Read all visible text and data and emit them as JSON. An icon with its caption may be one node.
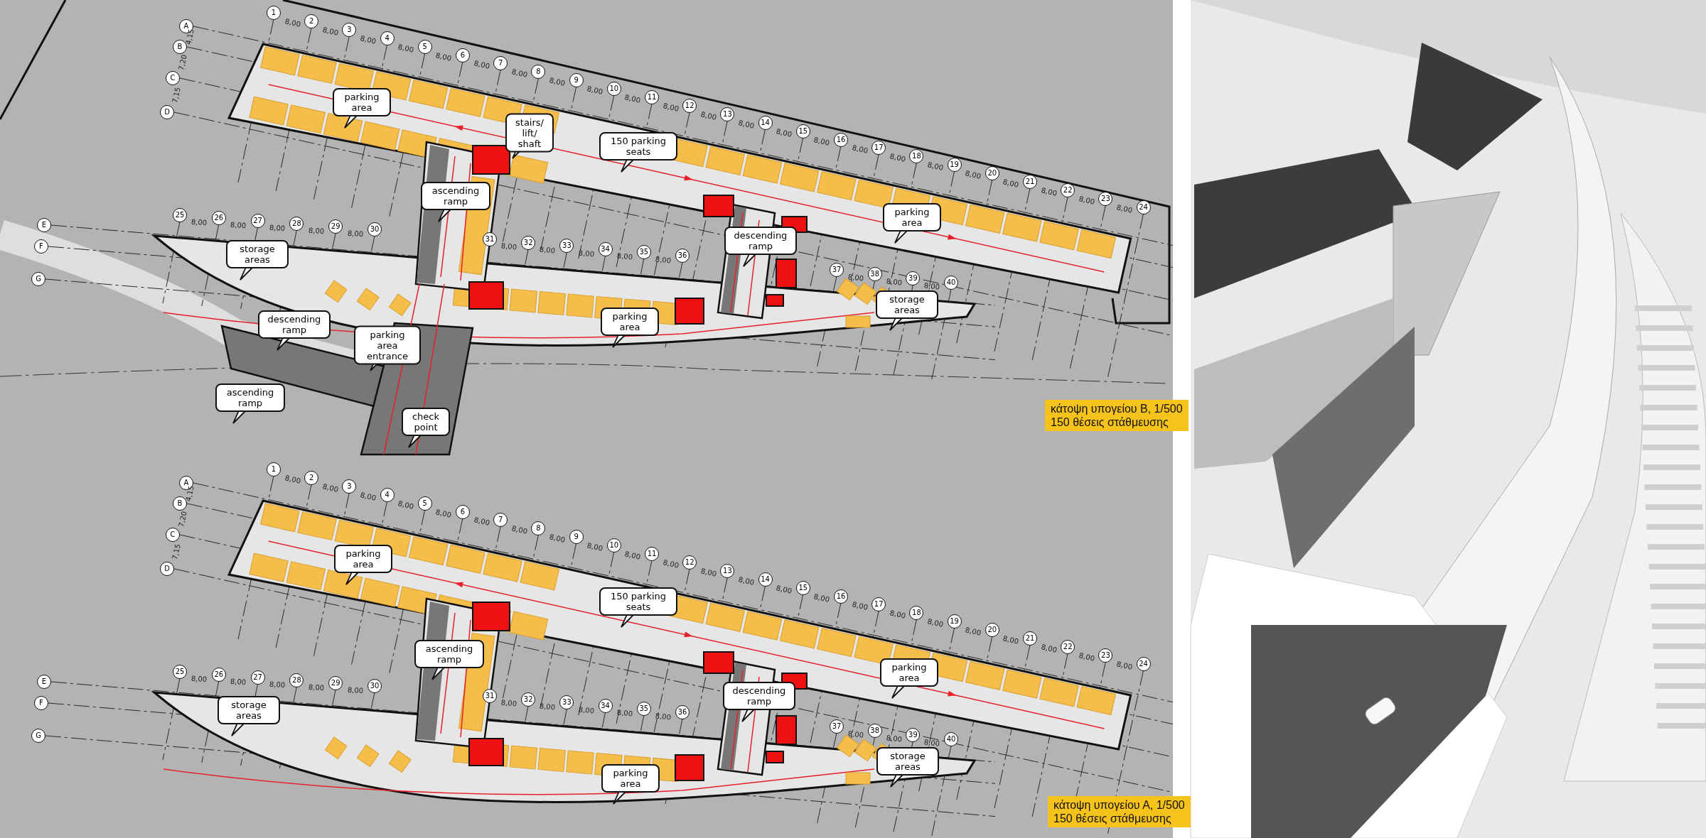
{
  "diagram": {
    "labels": [
      "1",
      "8,00",
      "2",
      "8,00",
      "3",
      "8,00",
      "4",
      "8,00",
      "5",
      "8,00",
      "6",
      "8,00",
      "7",
      "8,00",
      "8",
      "8,00",
      "9",
      "8,00",
      "10",
      "8,00",
      "11",
      "8,00",
      "12",
      "8,00",
      "13",
      "8,00",
      "14",
      "8,00",
      "15",
      "8,00",
      "16",
      "8,00",
      "17",
      "8,00",
      "18",
      "8,00",
      "19",
      "8,00",
      "20",
      "8,00",
      "21",
      "8,00",
      "22",
      "8,00",
      "23",
      "8,00",
      "24",
      "A",
      "4,15",
      "B",
      "7,20",
      "C",
      "7,15",
      "D",
      "25",
      "8,00",
      "26",
      "8,00",
      "27",
      "8,00",
      "28",
      "8,00",
      "29",
      "8,00",
      "30",
      "E",
      "F",
      "G",
      "31",
      "8,00",
      "32",
      "8,00",
      "33",
      "8,00",
      "34",
      "8,00",
      "35",
      "8,00",
      "36",
      "37",
      "8,00",
      "38",
      "8,00",
      "39",
      "8,00",
      "40",
      "parking area",
      "stairs/ lift/ shaft",
      "150 parking seats",
      "ascending ramp",
      "parking area",
      "descending ramp",
      "storage areas",
      "storage areas",
      "parking area",
      "descending ramp",
      "parking area entrance",
      "ascending ramp",
      "check point",
      "κάτοψη υπογείου Β, 1/500",
      "150 θέσεις στάθμευσης",
      "1",
      "8,00",
      "2",
      "8,00",
      "3",
      "8,00",
      "4",
      "8,00",
      "5",
      "8,00",
      "6",
      "8,00",
      "7",
      "8,00",
      "8",
      "8,00",
      "9",
      "8,00",
      "10",
      "8,00",
      "11",
      "8,00",
      "12",
      "8,00",
      "13",
      "8,00",
      "14",
      "8,00",
      "15",
      "8,00",
      "16",
      "8,00",
      "17",
      "8,00",
      "18",
      "8,00",
      "19",
      "8,00",
      "20",
      "8,00",
      "21",
      "8,00",
      "22",
      "8,00",
      "23",
      "8,00",
      "24",
      "A",
      "4,15",
      "B",
      "7,20",
      "C",
      "7,15",
      "D",
      "25",
      "8,00",
      "26",
      "8,00",
      "27",
      "8,00",
      "28",
      "8,00",
      "29",
      "8,00",
      "30",
      "E",
      "F",
      "G",
      "31",
      "8,00",
      "32",
      "8,00",
      "33",
      "8,00",
      "34",
      "8,00",
      "35",
      "8,00",
      "36",
      "37",
      "8,00",
      "38",
      "8,00",
      "39",
      "8,00",
      "40",
      "parking area",
      "150 parking seats",
      "ascending ramp",
      "parking area",
      "descending ramp",
      "storage areas",
      "storage areas",
      "parking area",
      "κάτοψη υπογείου Α, 1/500",
      "150 θέσεις στάθμευσης"
    ]
  }
}
